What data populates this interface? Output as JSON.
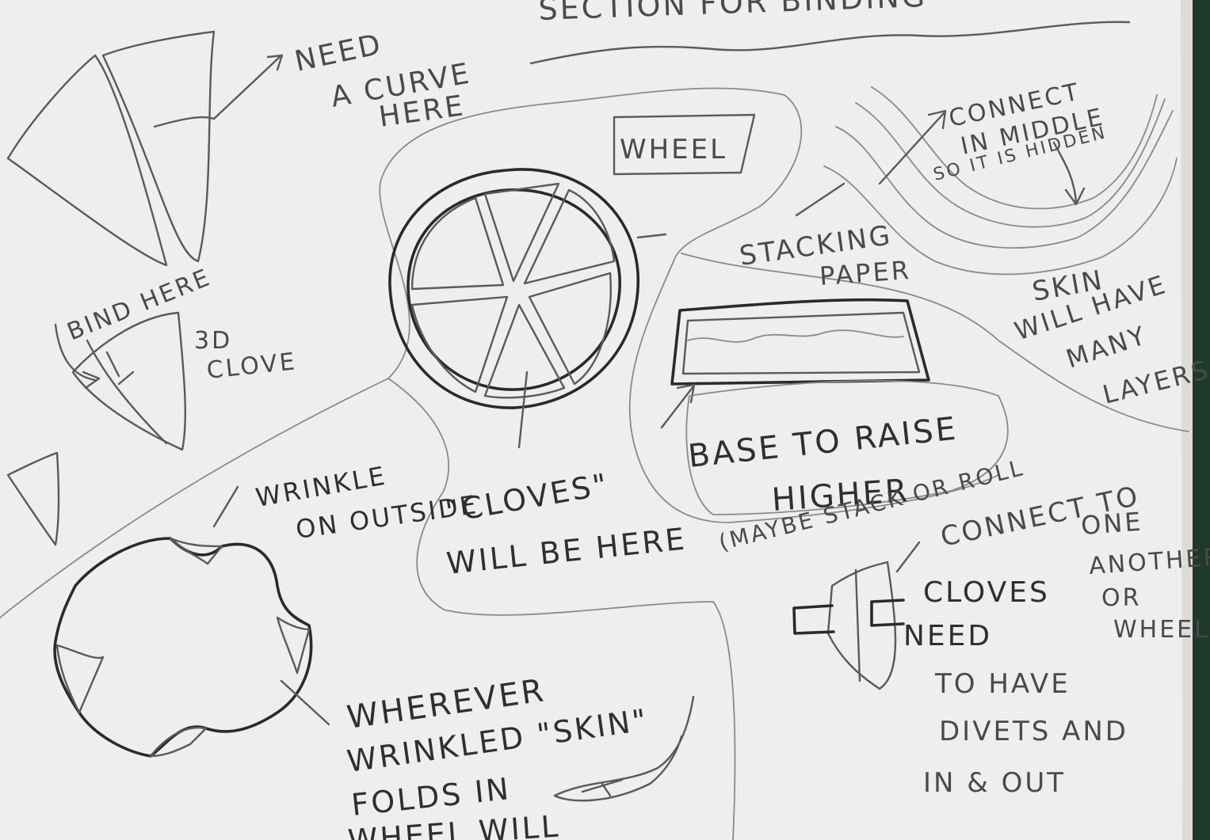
{
  "colors": {
    "paper": "#eeeeed",
    "paper_shadow": "#d9d9d7",
    "pencil": "#5a5a5a",
    "pencil_dark": "#2a2a2a",
    "cutting_mat": "#1e3a2a"
  },
  "notes": {
    "top_section": "SECTION FOR BINDING",
    "need_curve_1": "NEED",
    "need_curve_2": "A CURVE",
    "need_curve_3": "HERE",
    "wheel_label": "WHEEL",
    "connect_1": "CONNECT",
    "connect_2": "IN MIDDLE",
    "connect_3": "SO IT IS HIDDEN",
    "stacking_1": "STACKING",
    "stacking_2": "PAPER",
    "bind_here": "BIND HERE",
    "clove_3d_1": "3D",
    "clove_3d_2": "CLOVE",
    "skin_1": "SKIN",
    "skin_2": "WILL HAVE",
    "skin_3": "MANY",
    "skin_4": "LAYERS",
    "base_1": "BASE TO RAISE",
    "base_2": "HIGHER",
    "base_3": "(MAYBE STACK OR ROLL",
    "wrinkle_1": "WRINKLE",
    "wrinkle_2": "ON OUTSIDE",
    "cloves_1": "\"CLOVES\"",
    "cloves_2": "WILL BE HERE",
    "connect_to_1": "CONNECT TO",
    "connect_to_2": "ONE",
    "connect_to_3": "ANOTHER",
    "connect_to_4": "OR",
    "connect_to_5": "WHEEL",
    "cloves_need_1": "CLOVES",
    "cloves_need_2": "NEED",
    "cloves_need_3": "TO HAVE",
    "cloves_need_4": "DIVETS AND",
    "cloves_need_5": "IN & OUT",
    "wherever_1": "WHEREVER",
    "wherever_2": "WRINKLED \"SKIN\"",
    "wherever_3": "FOLDS IN",
    "wherever_4": "WHEEL WILL"
  }
}
